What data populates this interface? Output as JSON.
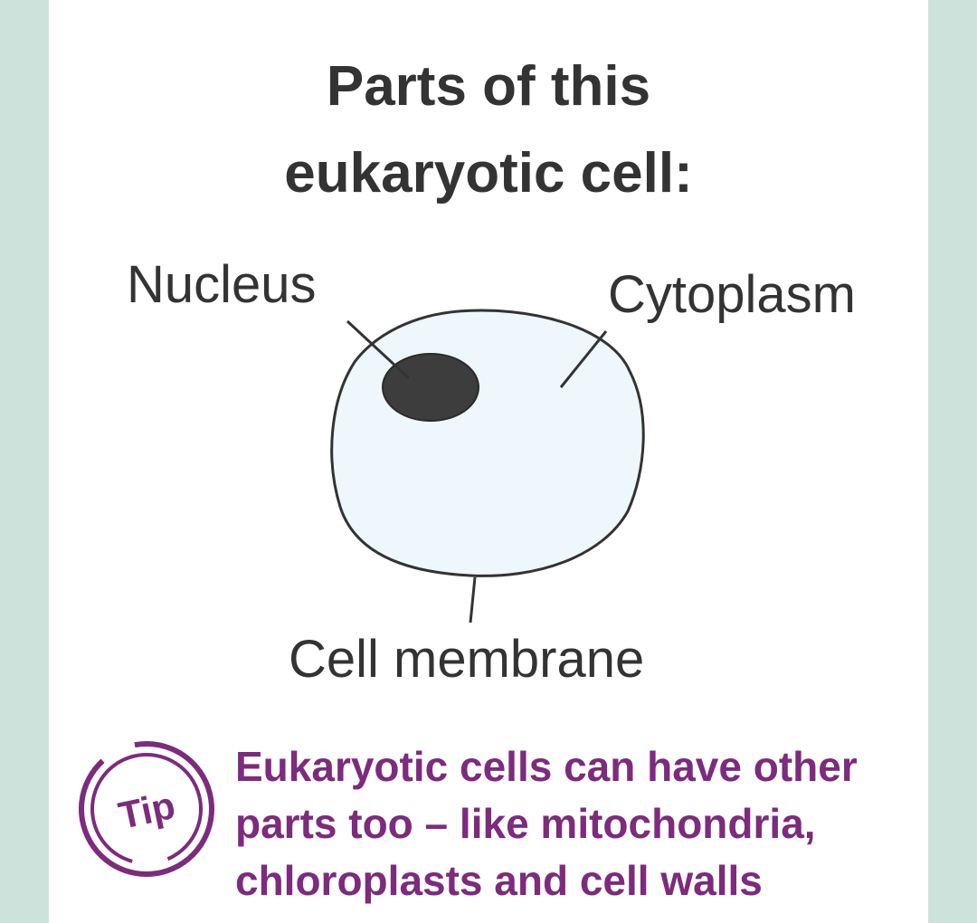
{
  "title": {
    "line1": "Parts of this",
    "line2": "eukaryotic cell:"
  },
  "diagram": {
    "labels": {
      "nucleus": "Nucleus",
      "cytoplasm": "Cytoplasm",
      "membrane": "Cell membrane"
    },
    "colors": {
      "cytoplasm_fill": "#eef7fb",
      "nucleus_fill": "#3d3d3d",
      "outline": "#333333"
    }
  },
  "tip": {
    "badge": "Tip",
    "lines": [
      "Eukaryotic cells can have other",
      "parts too – like mitochondria,",
      "chloroplasts and cell walls"
    ],
    "color": "#7c2b7d"
  },
  "colors": {
    "background": "#cde2da",
    "card": "#ffffff",
    "text": "#333333"
  }
}
